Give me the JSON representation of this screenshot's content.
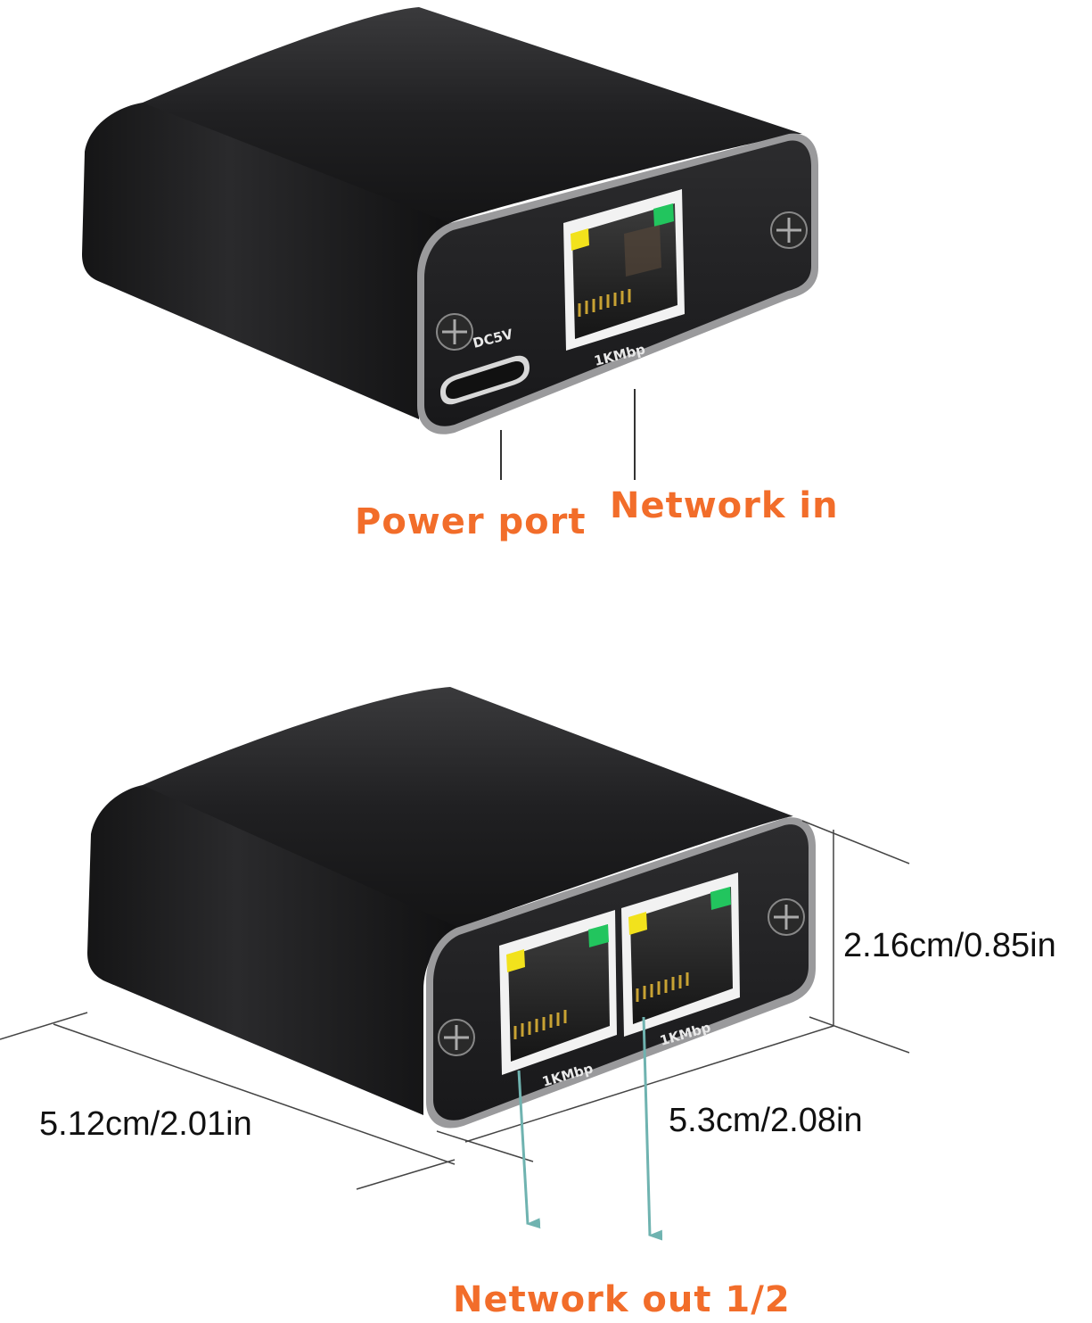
{
  "top_device": {
    "power_label": "DC5V",
    "port_speed": "1KMbp"
  },
  "bottom_device": {
    "port1_speed": "1KMbp",
    "port2_speed": "1KMbp"
  },
  "callouts": {
    "power_port": "Power port",
    "network_in": "Network in",
    "network_out": "Network out 1/2"
  },
  "dimensions": {
    "height": "2.16cm/0.85in",
    "depth": "5.12cm/2.01in",
    "width": "5.3cm/2.08in"
  },
  "colors": {
    "callout_text": "#f26d2a",
    "arrow": "#6fb3b0",
    "body": "#1c1c1e",
    "led_yellow": "#f2e21c",
    "led_green": "#22c55e"
  }
}
